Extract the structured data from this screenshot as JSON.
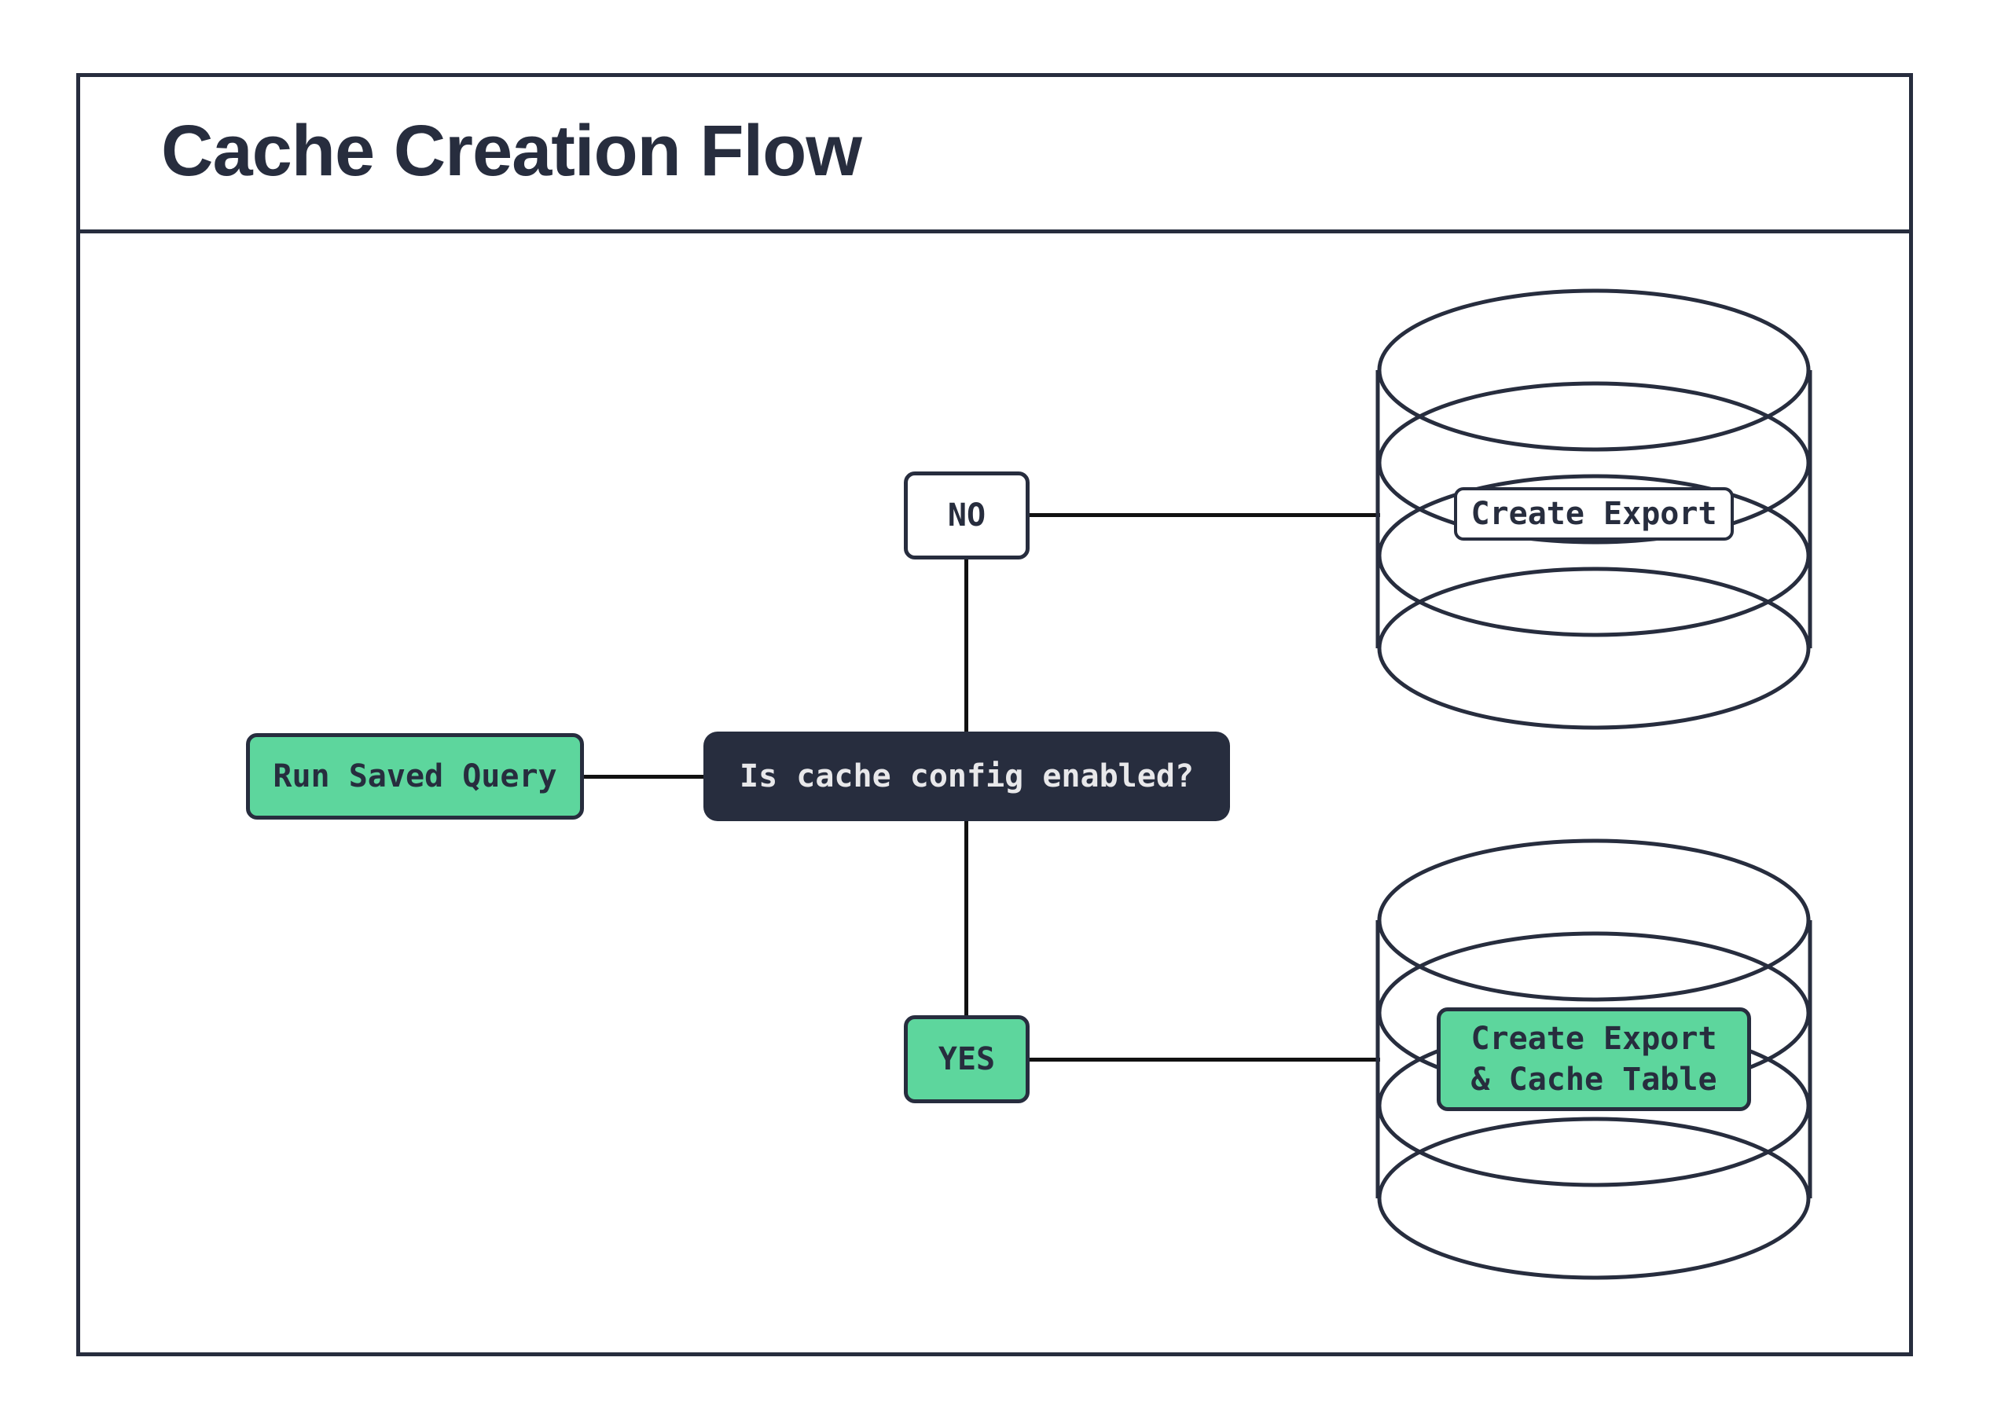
{
  "title": "Cache Creation Flow",
  "colors": {
    "navy": "#272d3e",
    "green": "#5dd69d",
    "connector": "#111111",
    "light_text": "#e8e8ea",
    "background": "#ffffff"
  },
  "nodes": {
    "start": {
      "label": "Run Saved Query"
    },
    "decision": {
      "label": "Is cache config enabled?"
    },
    "branch_no": {
      "label": "NO"
    },
    "branch_yes": {
      "label": "YES"
    },
    "db_no_label": {
      "label": "Create Export"
    },
    "db_yes_label": {
      "lines": [
        "Create Export",
        "& Cache Table"
      ]
    }
  }
}
